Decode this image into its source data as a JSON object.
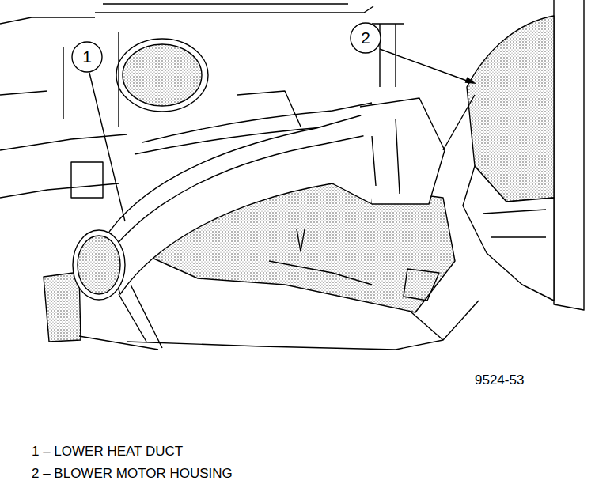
{
  "diagram": {
    "labels": [
      "1",
      "2",
      "9524-53",
      "1 – LOWER HEAT DUCT",
      "2 – BLOWER MOTOR HOUSING"
    ]
  }
}
